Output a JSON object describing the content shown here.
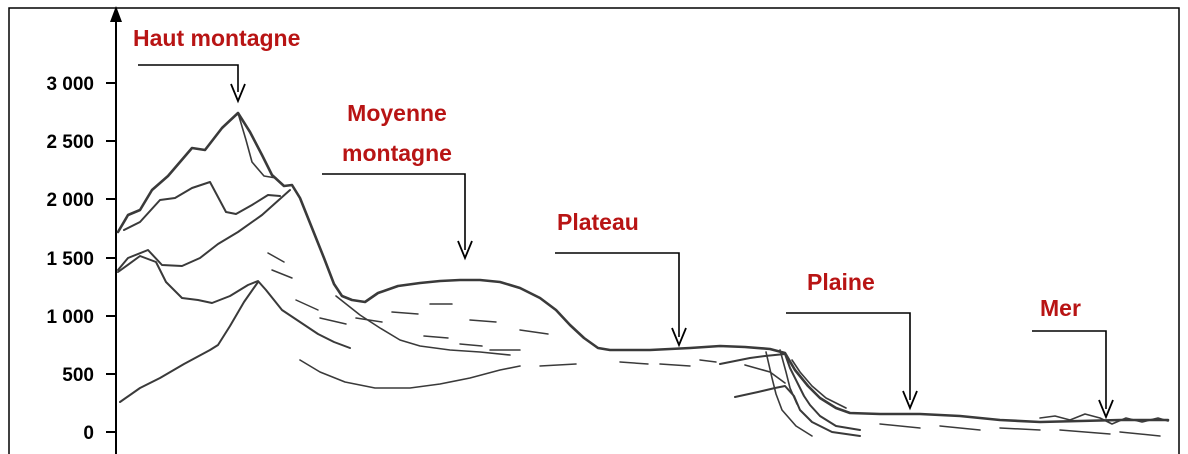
{
  "axis": {
    "ticks": [
      "3 000",
      "2 500",
      "2 000",
      "1 500",
      "1 000",
      "500",
      "0"
    ]
  },
  "labels": {
    "haute_montagne": "Haut montagne",
    "moyenne_line1": "Moyenne",
    "moyenne_line2": "montagne",
    "plateau": "Plateau",
    "plaine": "Plaine",
    "mer": "Mer"
  },
  "colors": {
    "label": "#b81414",
    "ink": "#000000",
    "sketch": "#3a3a3a"
  }
}
